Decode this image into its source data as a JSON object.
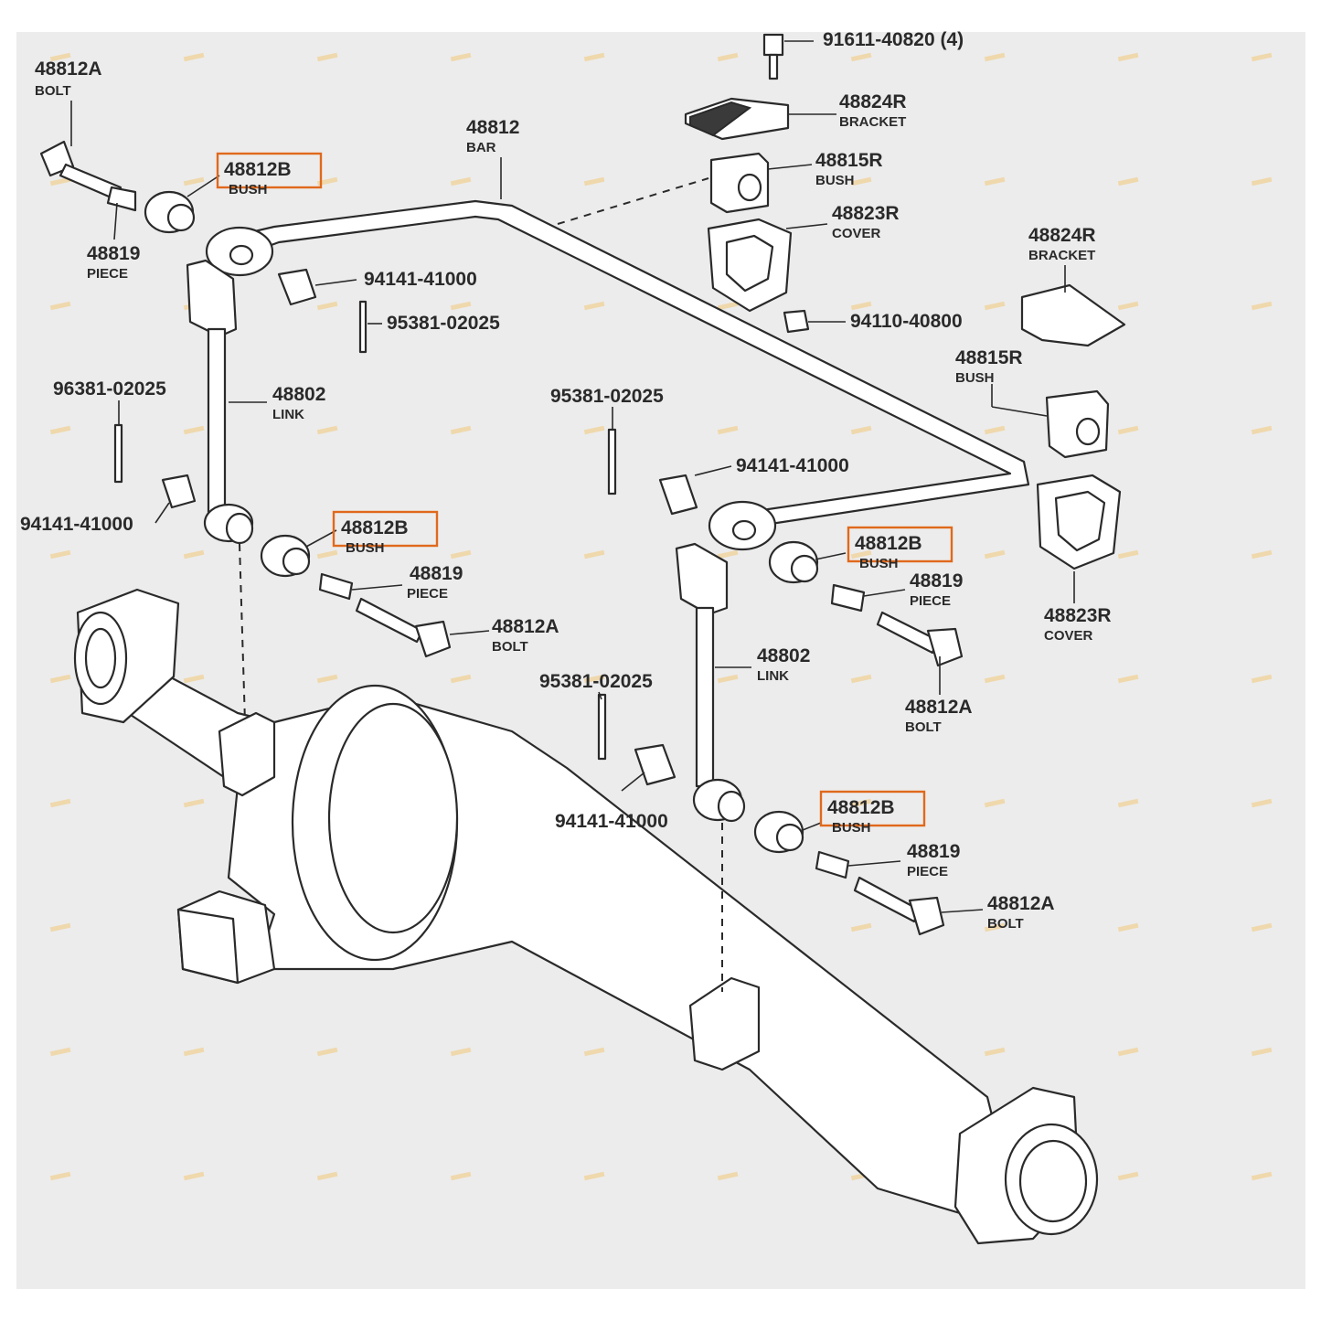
{
  "diagram": {
    "colors": {
      "background": "#ececec",
      "ink": "#2a2a2a",
      "highlight": "#e0691c",
      "watermark": "#f2c878"
    },
    "labels": [
      {
        "id": "l1",
        "number": "48812A",
        "name": "BOLT"
      },
      {
        "id": "l2",
        "number": "48812B",
        "name": "BUSH",
        "highlighted": true
      },
      {
        "id": "l3",
        "number": "48819",
        "name": "PIECE"
      },
      {
        "id": "l4",
        "number": "48812",
        "name": "BAR"
      },
      {
        "id": "l5",
        "number": "94141-41000",
        "name": ""
      },
      {
        "id": "l6",
        "number": "95381-02025",
        "name": ""
      },
      {
        "id": "l7",
        "number": "48802",
        "name": "LINK"
      },
      {
        "id": "l8",
        "number": "96381-02025",
        "name": ""
      },
      {
        "id": "l9",
        "number": "94141-41000",
        "name": ""
      },
      {
        "id": "l10",
        "number": "48812B",
        "name": "BUSH",
        "highlighted": true
      },
      {
        "id": "l11",
        "number": "48819",
        "name": "PIECE"
      },
      {
        "id": "l12",
        "number": "48812A",
        "name": "BOLT"
      },
      {
        "id": "l13",
        "number": "91611-40820 (4)",
        "name": ""
      },
      {
        "id": "l14",
        "number": "48824R",
        "name": "BRACKET"
      },
      {
        "id": "l15",
        "number": "48815R",
        "name": "BUSH"
      },
      {
        "id": "l16",
        "number": "48823R",
        "name": "COVER"
      },
      {
        "id": "l17",
        "number": "48824R",
        "name": "BRACKET"
      },
      {
        "id": "l18",
        "number": "94110-40800",
        "name": ""
      },
      {
        "id": "l19",
        "number": "48815R",
        "name": "BUSH"
      },
      {
        "id": "l20",
        "number": "95381-02025",
        "name": ""
      },
      {
        "id": "l21",
        "number": "94141-41000",
        "name": ""
      },
      {
        "id": "l22",
        "number": "48812B",
        "name": "BUSH",
        "highlighted": true
      },
      {
        "id": "l23",
        "number": "48819",
        "name": "PIECE"
      },
      {
        "id": "l24",
        "number": "48823R",
        "name": "COVER"
      },
      {
        "id": "l25",
        "number": "48802",
        "name": "LINK"
      },
      {
        "id": "l26",
        "number": "48812A",
        "name": "BOLT"
      },
      {
        "id": "l27",
        "number": "95381-02025",
        "name": ""
      },
      {
        "id": "l28",
        "number": "94141-41000",
        "name": ""
      },
      {
        "id": "l29",
        "number": "48812B",
        "name": "BUSH",
        "highlighted": true
      },
      {
        "id": "l30",
        "number": "48819",
        "name": "PIECE"
      },
      {
        "id": "l31",
        "number": "48812A",
        "name": "BOLT"
      }
    ]
  }
}
